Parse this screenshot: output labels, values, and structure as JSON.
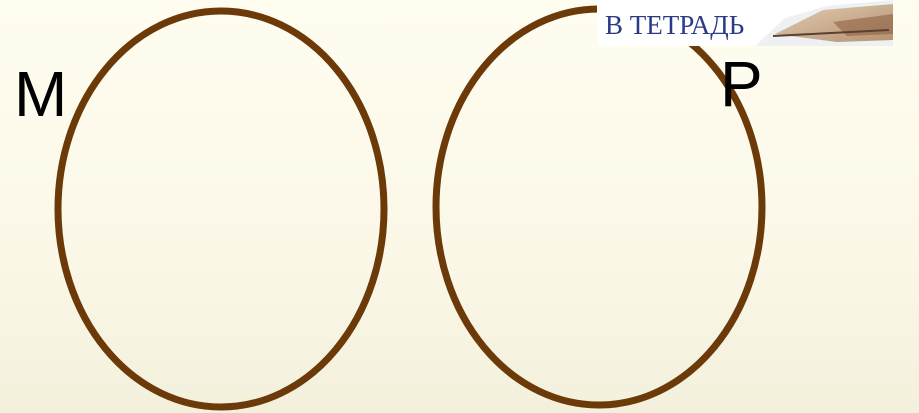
{
  "labels": {
    "left_set": "M",
    "right_set": "P"
  },
  "banner": {
    "text": "В ТЕТРАДЬ",
    "icon": "writing-hand-icon"
  },
  "colors": {
    "circle_stroke": "#6b3a08",
    "label_text": "#000000",
    "banner_text": "#2b3a86",
    "background": "#fdfaea"
  }
}
